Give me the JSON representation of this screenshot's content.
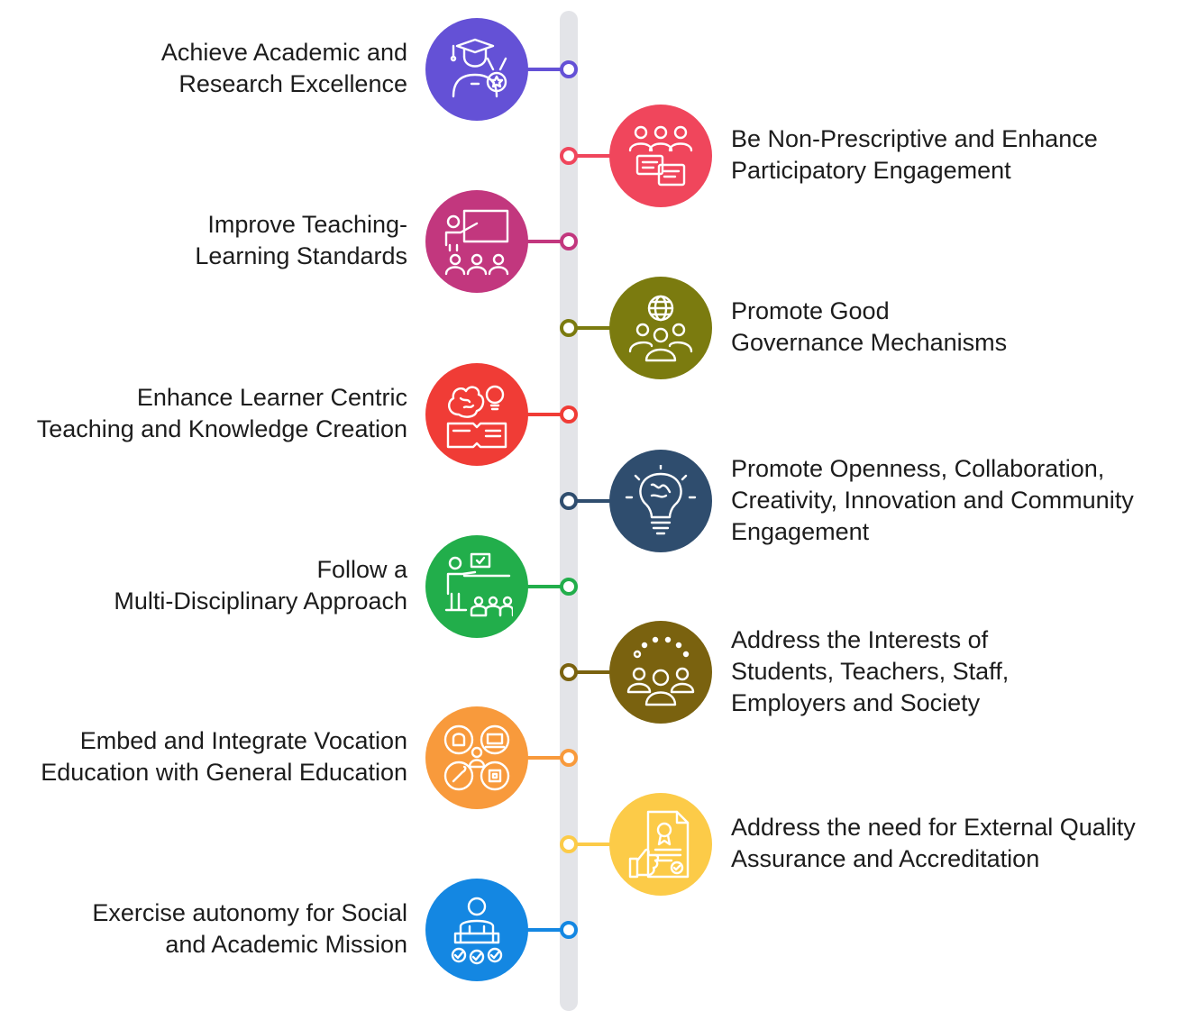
{
  "items": [
    {
      "side": "left",
      "color": "#6451d6",
      "icon": "graduate-medal-icon",
      "lines": [
        "Achieve Academic and",
        "Research Excellence"
      ]
    },
    {
      "side": "right",
      "color": "#f0465c",
      "icon": "group-discussion-icon",
      "lines": [
        "Be Non-Prescriptive and Enhance",
        "Participatory Engagement"
      ]
    },
    {
      "side": "left",
      "color": "#c2377e",
      "icon": "teacher-board-icon",
      "lines": [
        "Improve Teaching-",
        "Learning Standards"
      ]
    },
    {
      "side": "right",
      "color": "#7b7b0f",
      "icon": "global-community-icon",
      "lines": [
        "Promote Good",
        "Governance Mechanisms"
      ]
    },
    {
      "side": "left",
      "color": "#f03c36",
      "icon": "brain-book-icon",
      "lines": [
        "Enhance Learner Centric",
        "Teaching and Knowledge Creation"
      ]
    },
    {
      "side": "right",
      "color": "#2f4d6e",
      "icon": "brain-bulb-icon",
      "lines": [
        "Promote Openness, Collaboration,",
        "Creativity, Innovation and Community",
        "Engagement"
      ]
    },
    {
      "side": "left",
      "color": "#22ae4b",
      "icon": "presenter-audience-icon",
      "lines": [
        "Follow a",
        "Multi-Disciplinary Approach"
      ]
    },
    {
      "side": "right",
      "color": "#7a620f",
      "icon": "stakeholders-icon",
      "lines": [
        "Address the Interests of",
        "Students, Teachers, Staff,",
        "Employers and Society"
      ]
    },
    {
      "side": "left",
      "color": "#f89a3c",
      "icon": "vocational-skills-icon",
      "lines": [
        "Embed and Integrate Vocation",
        "Education with General Education"
      ]
    },
    {
      "side": "right",
      "color": "#fccb48",
      "icon": "certificate-approval-icon",
      "lines": [
        "Address the need for External Quality",
        "Assurance and Accreditation"
      ]
    },
    {
      "side": "left",
      "color": "#1487e2",
      "icon": "autonomy-person-icon",
      "lines": [
        "Exercise autonomy for Social",
        "and Academic Mission"
      ]
    }
  ]
}
